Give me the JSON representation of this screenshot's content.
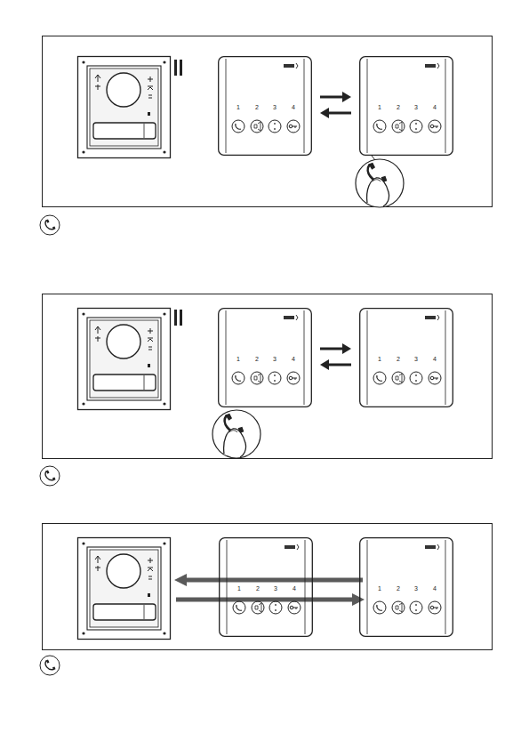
{
  "diagram": {
    "nodes": [
      {
        "text": [
          "1",
          "2",
          "3",
          "4"
        ]
      },
      {
        "text": [
          "1",
          "2",
          "3",
          "4"
        ]
      },
      {
        "text": [
          "1",
          "2",
          "3",
          "4"
        ]
      },
      {
        "text": [
          "1",
          "2",
          "3",
          "4"
        ]
      },
      {
        "text": [
          "1",
          "2",
          "3",
          "4"
        ]
      },
      {
        "text": [
          "1",
          "2",
          "3",
          "4"
        ]
      }
    ],
    "edges": [
      {
        "from": 0,
        "to": 1,
        "arrow": "to"
      },
      {
        "from": 1,
        "to": 0,
        "arrow": "to"
      },
      {
        "from": 2,
        "to": 3,
        "arrow": "to"
      },
      {
        "from": 3,
        "to": 2,
        "arrow": "to"
      }
    ]
  }
}
